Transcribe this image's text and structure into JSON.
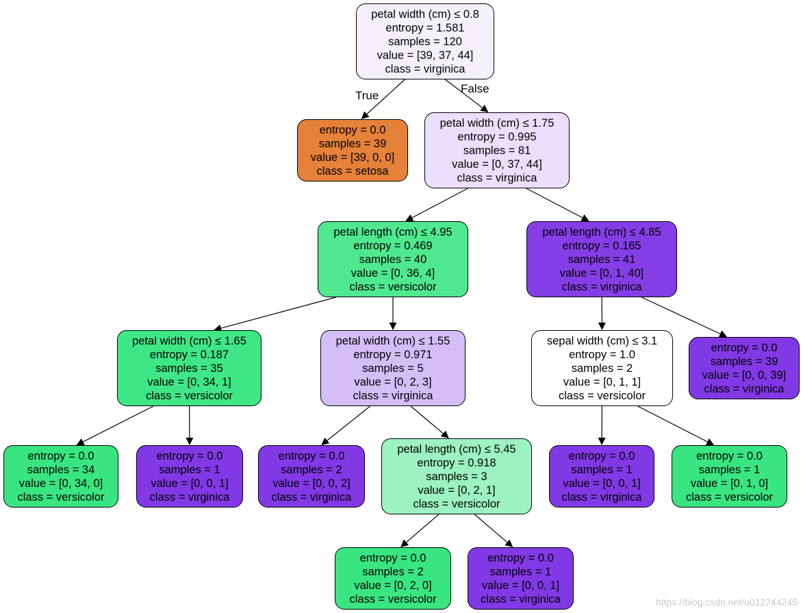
{
  "nodes": [
    {
      "id": "n0",
      "lines": [
        "petal width (cm) ≤ 0.8",
        "entropy = 1.581",
        "samples = 120",
        "value = [39, 37, 44]",
        "class = virginica"
      ],
      "fill": "#f6f0fd"
    },
    {
      "id": "n1",
      "lines": [
        "entropy = 0.0",
        "samples = 39",
        "value = [39, 0, 0]",
        "class = setosa"
      ],
      "fill": "#e58139"
    },
    {
      "id": "n2",
      "lines": [
        "petal width (cm) ≤ 1.75",
        "entropy = 0.995",
        "samples = 81",
        "value = [0, 37, 44]",
        "class = virginica"
      ],
      "fill": "#ebdffb"
    },
    {
      "id": "n3",
      "lines": [
        "petal length (cm) ≤ 4.95",
        "entropy = 0.469",
        "samples = 40",
        "value = [0, 36, 4]",
        "class = versicolor"
      ],
      "fill": "#4fe88f"
    },
    {
      "id": "n4",
      "lines": [
        "petal length (cm) ≤ 4.85",
        "entropy = 0.165",
        "samples = 41",
        "value = [0, 1, 40]",
        "class = virginica"
      ],
      "fill": "#843ee6"
    },
    {
      "id": "n5",
      "lines": [
        "petal width (cm) ≤ 1.65",
        "entropy = 0.187",
        "samples = 35",
        "value = [0, 34, 1]",
        "class = versicolor"
      ],
      "fill": "#3fe685"
    },
    {
      "id": "n6",
      "lines": [
        "petal width (cm) ≤ 1.55",
        "entropy = 0.971",
        "samples = 5",
        "value = [0, 2, 3]",
        "class = virginica"
      ],
      "fill": "#d5bdf6"
    },
    {
      "id": "n7",
      "lines": [
        "sepal width (cm) ≤ 3.1",
        "entropy = 1.0",
        "samples = 2",
        "value = [0, 1, 1]",
        "class = versicolor"
      ],
      "fill": "#ffffff"
    },
    {
      "id": "n8",
      "lines": [
        "entropy = 0.0",
        "samples = 39",
        "value = [0, 0, 39]",
        "class = virginica"
      ],
      "fill": "#8139e5"
    },
    {
      "id": "n9",
      "lines": [
        "entropy = 0.0",
        "samples = 34",
        "value = [0, 34, 0]",
        "class = versicolor"
      ],
      "fill": "#39e581"
    },
    {
      "id": "n10",
      "lines": [
        "entropy = 0.0",
        "samples = 1",
        "value = [0, 0, 1]",
        "class = virginica"
      ],
      "fill": "#8139e5"
    },
    {
      "id": "n11",
      "lines": [
        "entropy = 0.0",
        "samples = 2",
        "value = [0, 0, 2]",
        "class = virginica"
      ],
      "fill": "#8139e5"
    },
    {
      "id": "n12",
      "lines": [
        "petal length (cm) ≤ 5.45",
        "entropy = 0.918",
        "samples = 3",
        "value = [0, 2, 1]",
        "class = versicolor"
      ],
      "fill": "#9cf2c0"
    },
    {
      "id": "n13",
      "lines": [
        "entropy = 0.0",
        "samples = 1",
        "value = [0, 0, 1]",
        "class = virginica"
      ],
      "fill": "#8139e5"
    },
    {
      "id": "n14",
      "lines": [
        "entropy = 0.0",
        "samples = 1",
        "value = [0, 1, 0]",
        "class = versicolor"
      ],
      "fill": "#39e581"
    },
    {
      "id": "n15",
      "lines": [
        "entropy = 0.0",
        "samples = 2",
        "value = [0, 2, 0]",
        "class = versicolor"
      ],
      "fill": "#39e581"
    },
    {
      "id": "n16",
      "lines": [
        "entropy = 0.0",
        "samples = 1",
        "value = [0, 0, 1]",
        "class = virginica"
      ],
      "fill": "#8139e5"
    }
  ],
  "edges": [
    {
      "from": "n0",
      "to": "n1",
      "label": "True"
    },
    {
      "from": "n0",
      "to": "n2",
      "label": "False"
    },
    {
      "from": "n2",
      "to": "n3"
    },
    {
      "from": "n2",
      "to": "n4"
    },
    {
      "from": "n3",
      "to": "n5"
    },
    {
      "from": "n3",
      "to": "n6"
    },
    {
      "from": "n4",
      "to": "n7"
    },
    {
      "from": "n4",
      "to": "n8"
    },
    {
      "from": "n5",
      "to": "n9"
    },
    {
      "from": "n5",
      "to": "n10"
    },
    {
      "from": "n6",
      "to": "n11"
    },
    {
      "from": "n6",
      "to": "n12"
    },
    {
      "from": "n7",
      "to": "n13"
    },
    {
      "from": "n7",
      "to": "n14"
    },
    {
      "from": "n12",
      "to": "n15"
    },
    {
      "from": "n12",
      "to": "n16"
    }
  ],
  "watermark": "https://blog.csdn.net/u012744245"
}
